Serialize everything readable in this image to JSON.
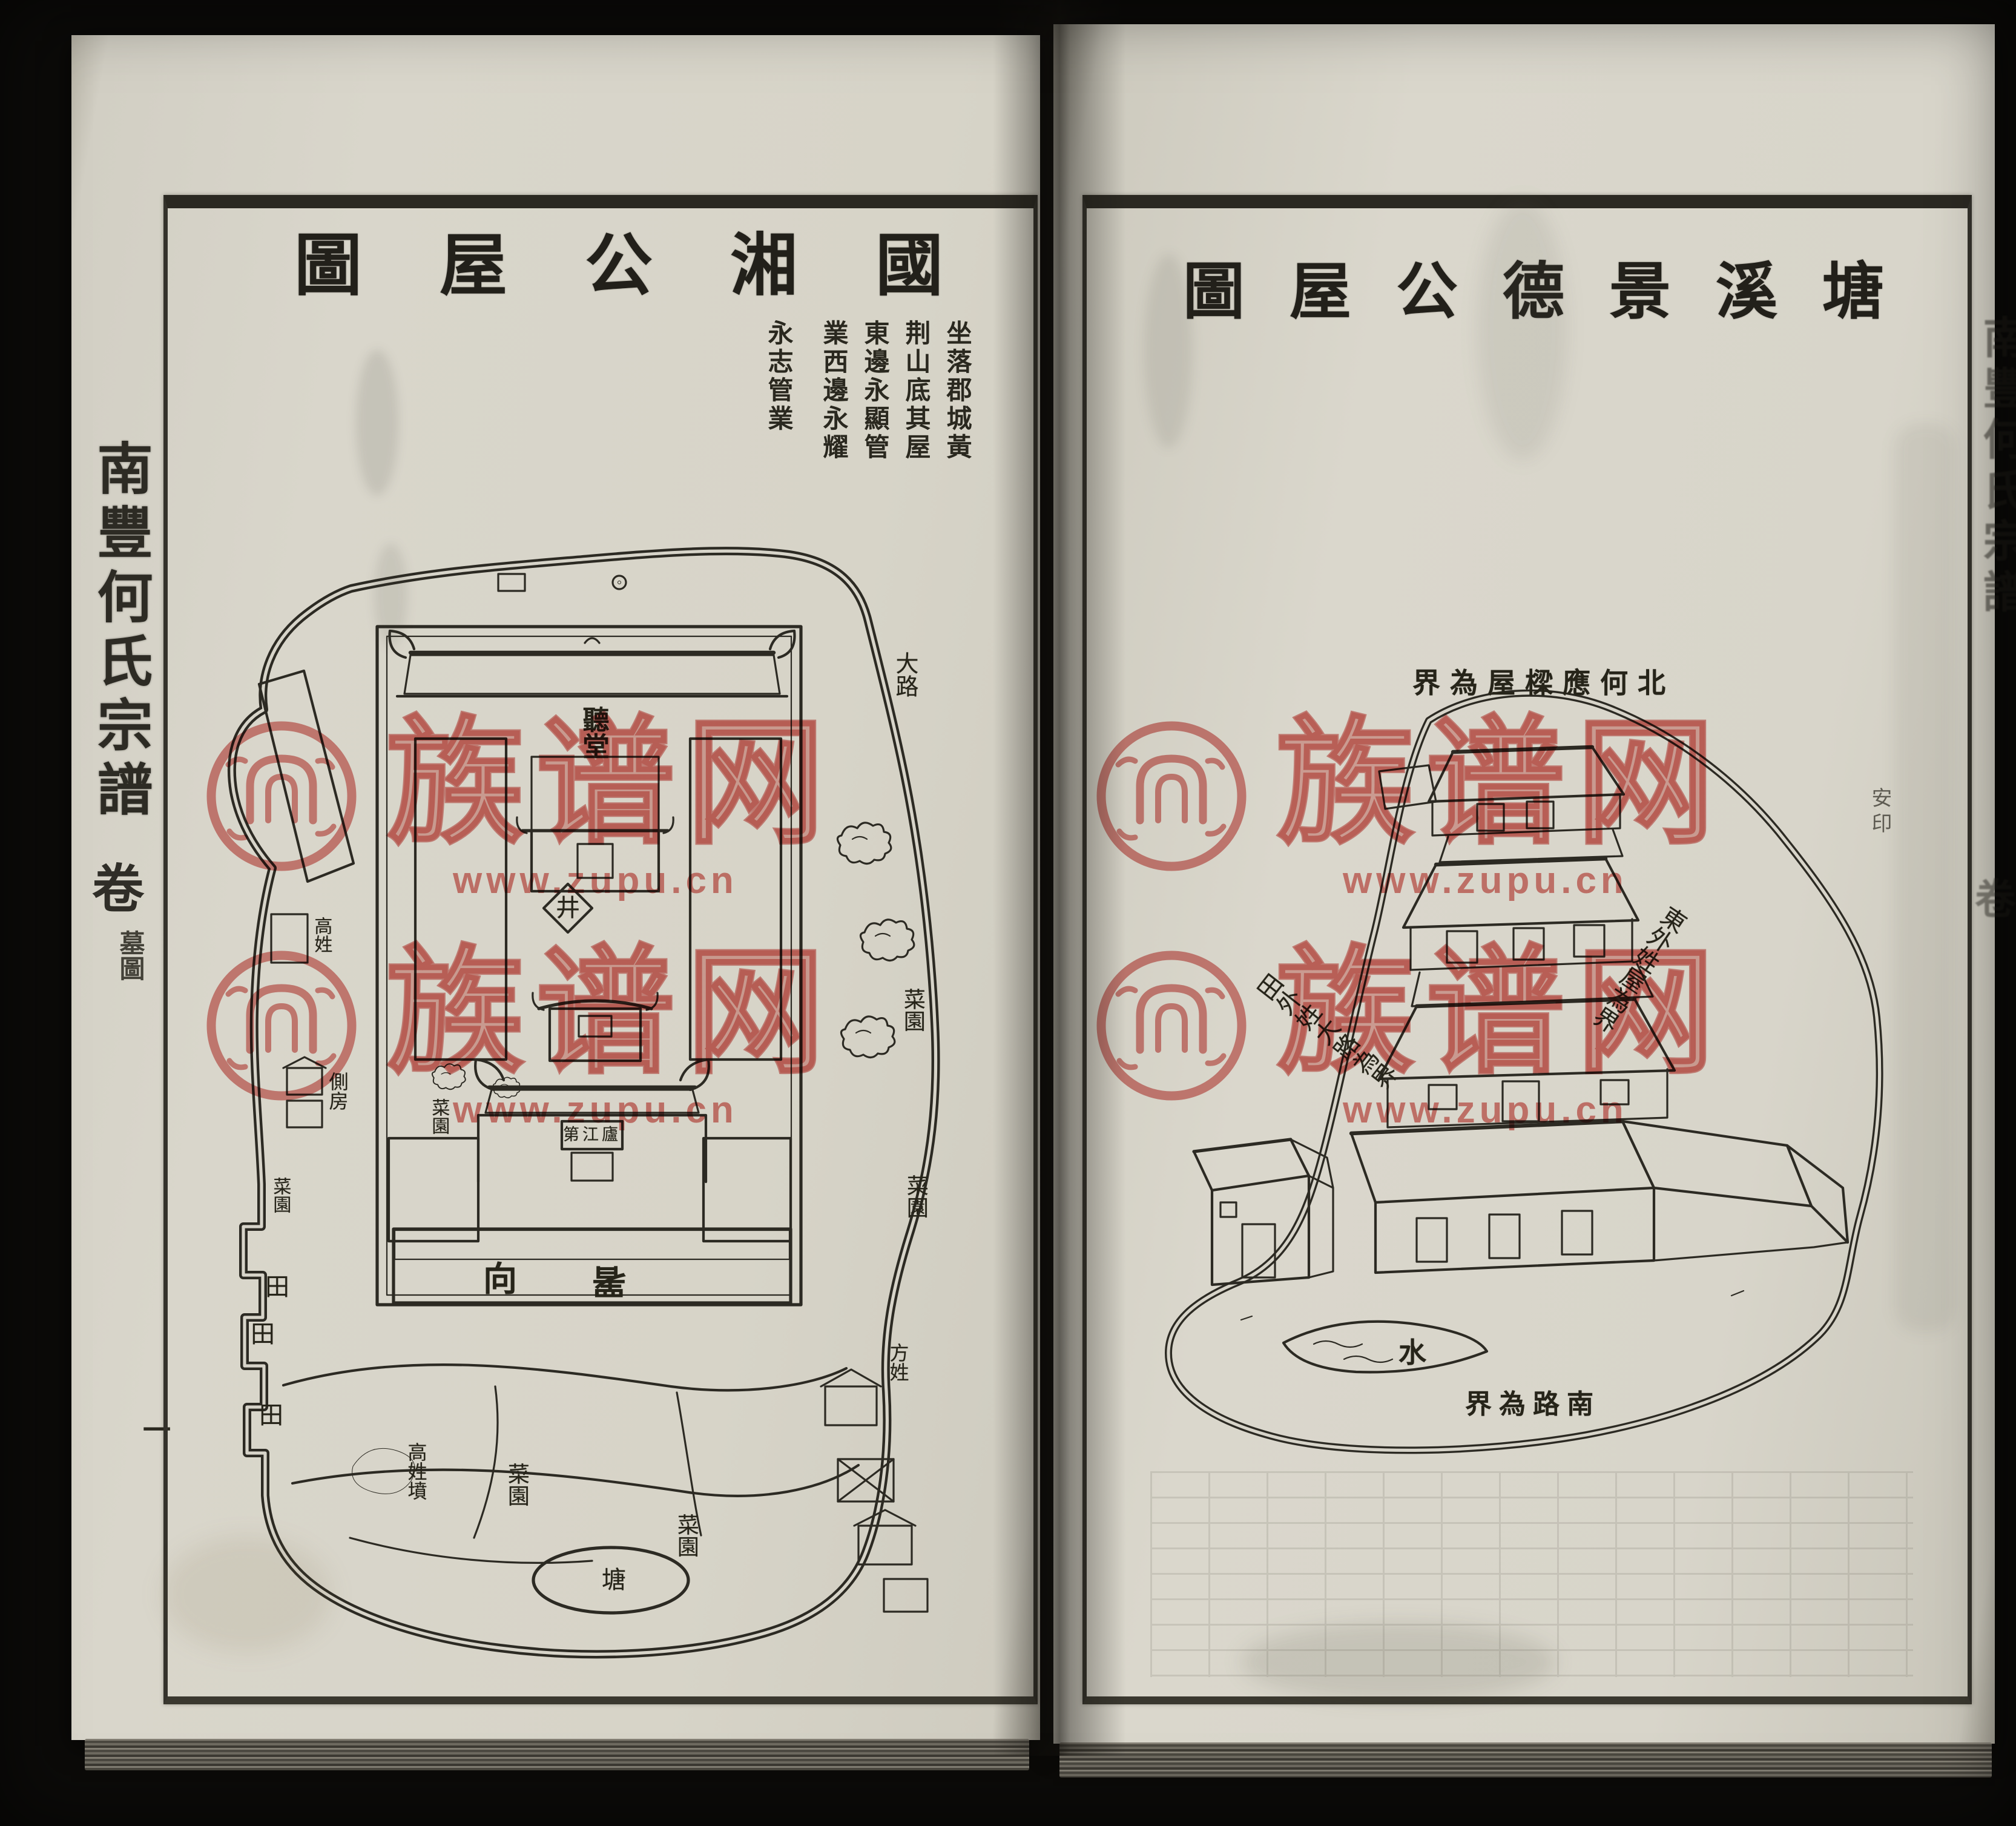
{
  "book": {
    "left_spine": {
      "title": "南豐何氏宗譜",
      "volume": "卷",
      "section": "墓圖",
      "page_number": "一"
    },
    "right_edge": {
      "title": "南豐何氏宗譜",
      "volume": "卷"
    }
  },
  "watermark": {
    "brand": "族谱网",
    "url": "www.zupu.cn",
    "color": "#c5302a"
  },
  "left_page": {
    "title": "國湘公屋圖",
    "title_display": "圖屋公湘國",
    "notes": [
      "坐落郡城黃",
      "荆山底其屋",
      "東邊永顯管",
      "業西邊永耀",
      "永志管業"
    ],
    "labels": {
      "main_hall": "聽堂",
      "well": "井",
      "gate_plaque": "廬江第",
      "gate_plaque_display": "第江廬",
      "road": "大路",
      "vegetable_garden": "菜園",
      "field": "田",
      "side_rooms": "側房",
      "gao_family": "高姓",
      "gao_family_tomb": "高姓墳",
      "fang_family": "方姓",
      "pond": "塘",
      "lower_hall_char_left": "向",
      "lower_hall_char_right": "署"
    }
  },
  "right_page": {
    "title": "塘溪景德公屋圖",
    "title_display": "圖屋公德景溪塘",
    "labels": {
      "north_boundary": "北何應樑屋為界",
      "north_boundary_display": "界為屋樑應何北",
      "east_boundary": "東外姓屋為界",
      "west_boundary": "田外姓大路為界",
      "south_boundary": "南路為界",
      "south_boundary_display": "界為路南",
      "water": "水",
      "margin_note": "安印"
    }
  }
}
